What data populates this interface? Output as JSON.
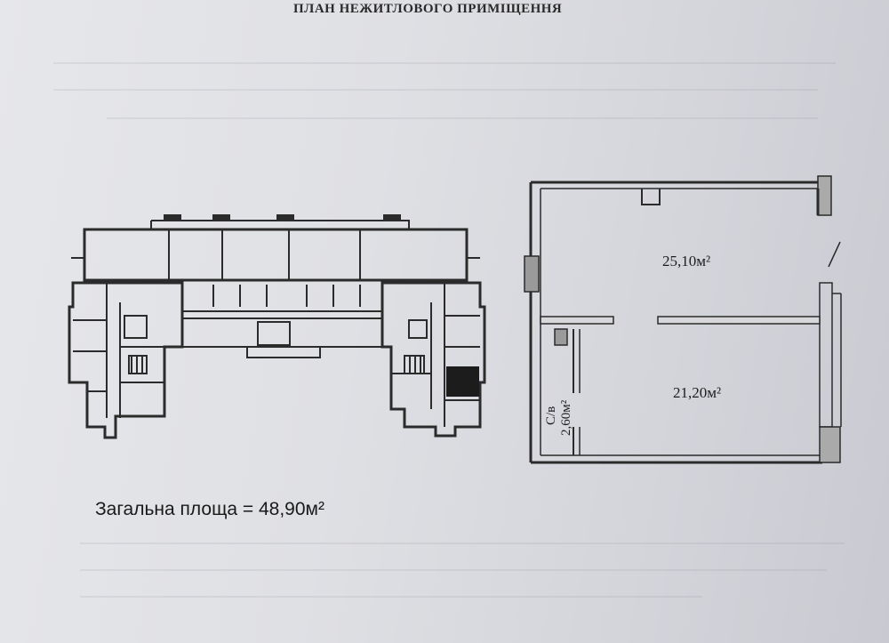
{
  "document": {
    "title": "ПЛАН  НЕЖИТЛОВОГО ПРИМІЩЕННЯ",
    "total_area": "Загальна площа  = 48,90м²"
  },
  "unit_plan": {
    "room_upper_area": "25,10м²",
    "room_lower_area": "21,20м²",
    "storage_label": "С/в",
    "storage_area": "2,60м²"
  }
}
